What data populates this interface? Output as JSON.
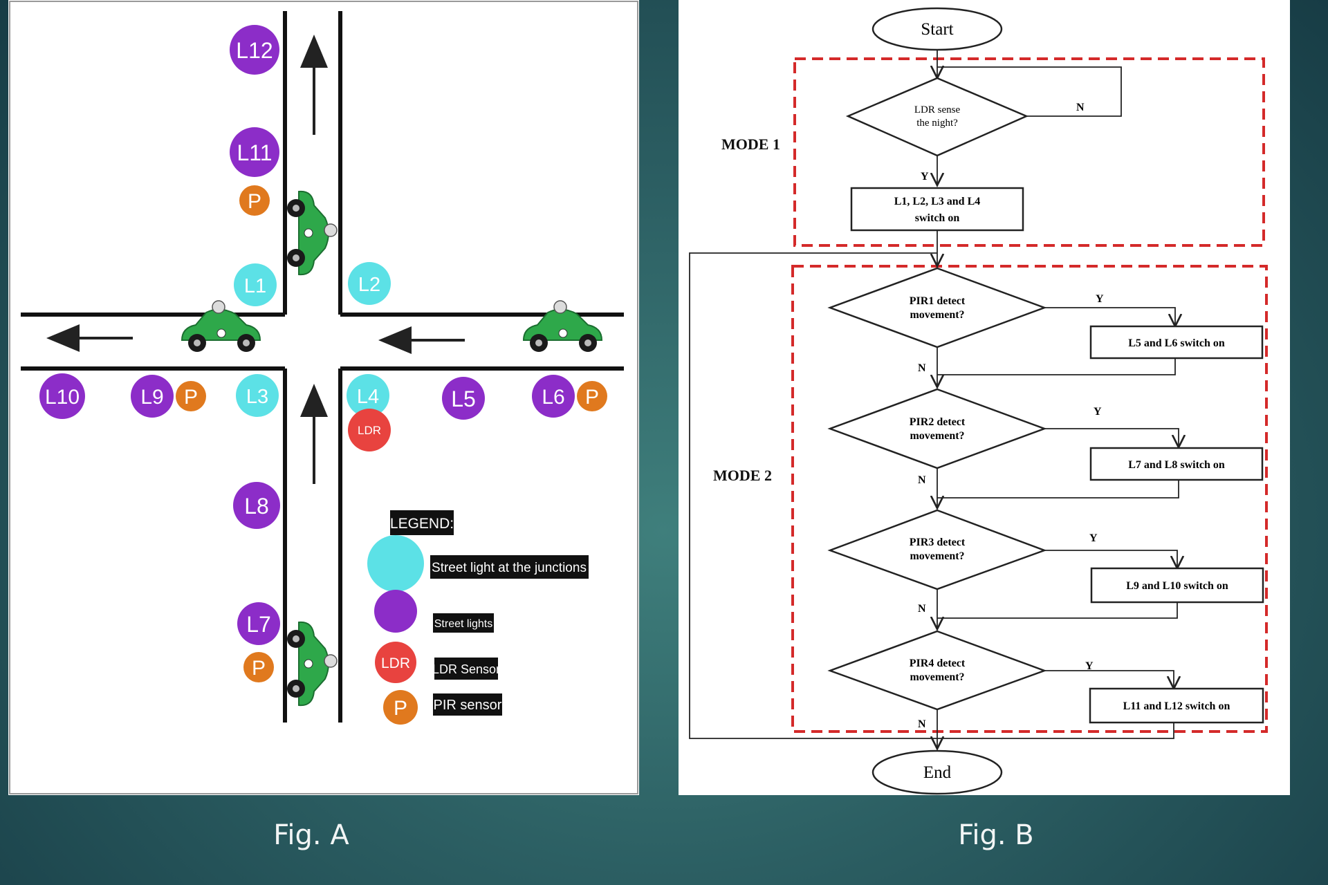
{
  "figure_a": {
    "caption": "Fig. A",
    "lamps": {
      "L1": "L1",
      "L2": "L2",
      "L3": "L3",
      "L4": "L4",
      "L5": "L5",
      "L6": "L6",
      "L7": "L7",
      "L8": "L8",
      "L9": "L9",
      "L10": "L10",
      "L11": "L11",
      "L12": "L12"
    },
    "pir_label": "P",
    "ldr_label": "LDR",
    "legend": {
      "title": "LEGEND:",
      "junction_light": "Street light at the junctions",
      "street_lights": "Street lights",
      "ldr_symbol": "LDR",
      "ldr_sensor": "LDR Sensor",
      "pir_symbol": "P",
      "pir_sensor": "PIR sensor"
    },
    "colors": {
      "junction_light": "#5ce1e6",
      "street_light": "#8c2dc8",
      "ldr": "#e8433f",
      "pir": "#e0791e",
      "car": "#2ea84a"
    }
  },
  "figure_b": {
    "caption": "Fig. B",
    "start": "Start",
    "end": "End",
    "mode1": "MODE 1",
    "mode2": "MODE 2",
    "ldr_q": [
      "LDR sense",
      "the night?"
    ],
    "mode1_action": [
      "L1, L2, L3 and L4",
      "switch on"
    ],
    "pir": [
      {
        "q": [
          "PIR1 detect",
          "movement?"
        ],
        "action": "L5 and L6 switch on"
      },
      {
        "q": [
          "PIR2 detect",
          "movement?"
        ],
        "action": "L7 and L8 switch on"
      },
      {
        "q": [
          "PIR3 detect",
          "movement?"
        ],
        "action": "L9 and L10 switch on"
      },
      {
        "q": [
          "PIR4 detect",
          "movement?"
        ],
        "action": "L11 and L12 switch on"
      }
    ],
    "yes": "Y",
    "no": "N",
    "mode_box_color": "#d42a2a"
  }
}
